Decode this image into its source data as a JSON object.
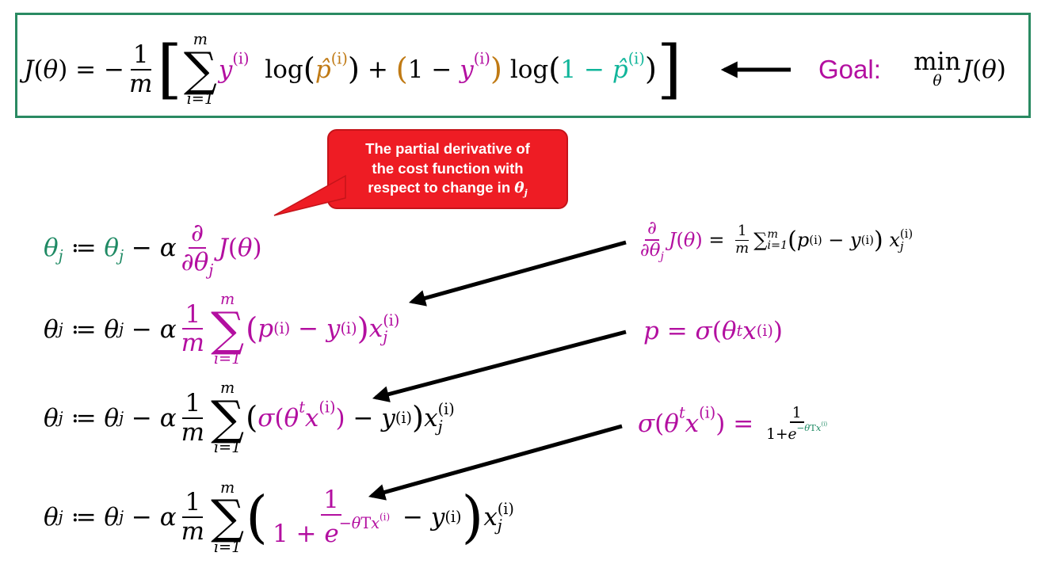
{
  "colors": {
    "magenta": "#b30fa0",
    "teal": "#10b59a",
    "brown": "#c07a14",
    "green": "#1f8a64",
    "callout": "#ee1c24",
    "frame": "#2a8a62"
  },
  "callout": {
    "lines": [
      "The partial derivative of",
      "the cost function with",
      "respect to change in"
    ],
    "symbol": "θ",
    "subscript": "j"
  },
  "cost": {
    "goal_label": "Goal:"
  },
  "math": {
    "theta": "θ",
    "alpha": "α",
    "sigma": "σ",
    "partial": "∂",
    "sum": "∑",
    "sum_upper": "m",
    "sum_lower": "i=1",
    "assign": "≔",
    "one": "1",
    "i_sup": "(i)",
    "j_sub": "j",
    "t_sup": "t",
    "neg_theta_T": "−θ",
    "T": "T",
    "min": "min",
    "min_sub": "θ",
    "log": "log",
    "p_hat": "p̂",
    "p": "p",
    "y": "y",
    "x": "x",
    "e": "e",
    "J": "J",
    "m": "m"
  }
}
